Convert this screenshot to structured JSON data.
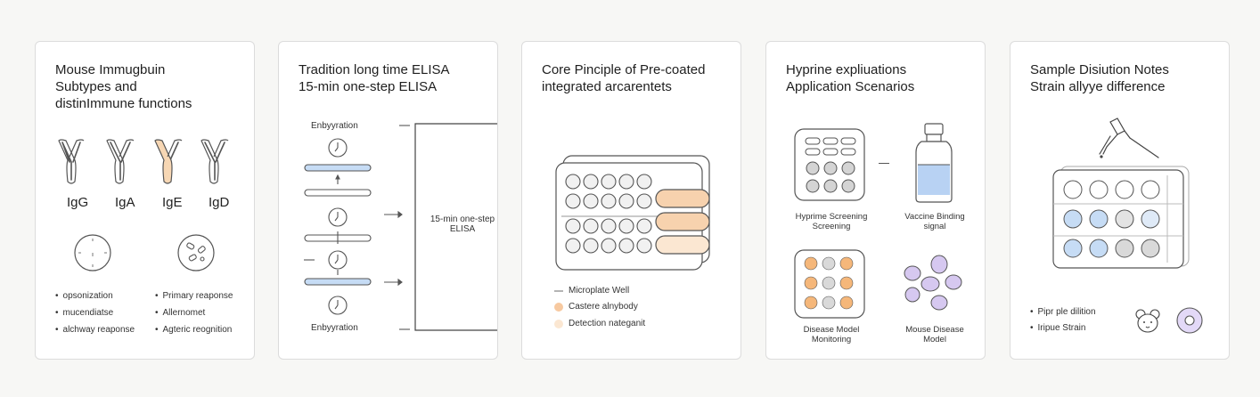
{
  "colors": {
    "peach": "#f7c9a0",
    "blue": "#c6dcf5",
    "lavender": "#d6c8f0",
    "orange": "#f5b77a",
    "stroke": "#555555"
  },
  "card1": {
    "title_lines": [
      "Mouse Immugbuin",
      "Subtypes and",
      "distinImmune functions"
    ],
    "antibodies": [
      "IgG",
      "IgA",
      "IgE",
      "IgD"
    ],
    "bullets_left": [
      "opsonization",
      "mucendiatse",
      "alchway reaponse"
    ],
    "bullets_right": [
      "Primary reaponse",
      "Allernomet",
      "Agteric reognition"
    ]
  },
  "card2": {
    "title_lines": [
      "Tradition long time ELISA",
      "15-min one-step ELISA"
    ],
    "top_label": "Enbyyration",
    "bottom_label": "Enbyyration",
    "box_label_lines": [
      "15-min one-step",
      "ELISA"
    ]
  },
  "card3": {
    "title_lines": [
      "Core Pinciple of Pre-coated",
      "integrated arcarentets"
    ],
    "legend": [
      "Microplate Well",
      "Castere alnybody",
      "Detection nateganit"
    ]
  },
  "card4": {
    "title_lines": [
      "Hyprine expliuations",
      "Application Scenarios"
    ],
    "captions": [
      [
        "Hyprime Screening",
        "Screening"
      ],
      [
        "Vaccine Binding",
        "signal"
      ],
      [
        "Disease Model",
        "Monitoring"
      ],
      [
        "Mouse Disease",
        "Model"
      ]
    ]
  },
  "card5": {
    "title_lines": [
      "Sample Disiution Notes",
      "Strain allyye difference"
    ],
    "bullets": [
      "Pipr ple dilition",
      "Iripue Strain"
    ]
  }
}
